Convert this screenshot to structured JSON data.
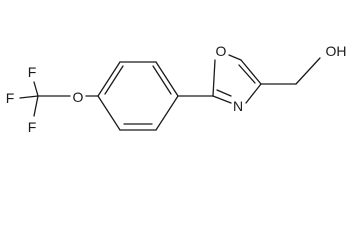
{
  "molecule": {
    "atoms": {
      "f_upper": "F",
      "f_left": "F",
      "f_lower": "F",
      "ether_oxygen": "O",
      "ring_nitrogen": "N",
      "ring_oxygen": "O",
      "hydroxyl": "OH"
    }
  }
}
